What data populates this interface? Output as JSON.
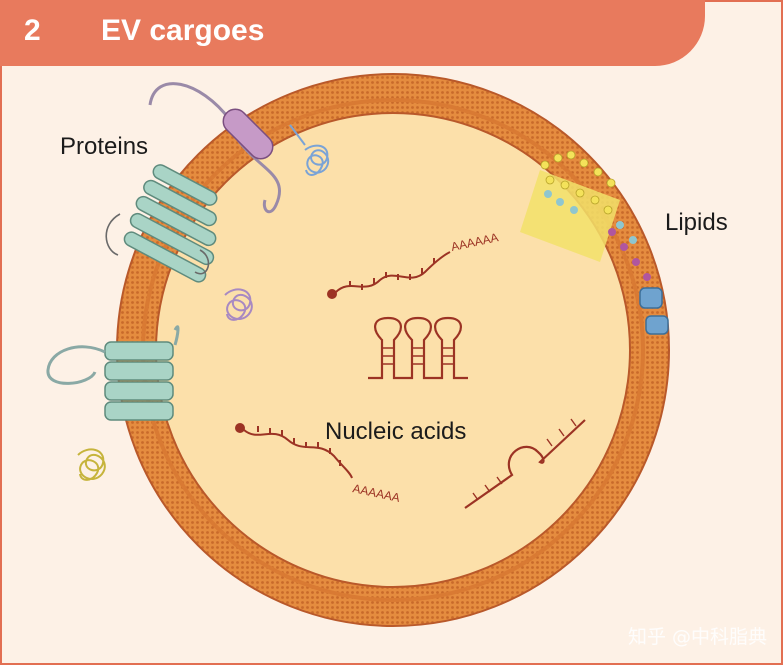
{
  "header": {
    "number": "2",
    "title": "EV cargoes"
  },
  "labels": {
    "proteins": "Proteins",
    "lipids": "Lipids",
    "nucleic_acids": "Nucleic acids"
  },
  "mrna_tail": "AAAAAA",
  "watermark": "知乎 @中科脂典",
  "colors": {
    "header": "#e87a5d",
    "background": "#fdf1e6",
    "membrane": "#e58c3f",
    "lumen": "#fce0aa",
    "rna": "#9c3324",
    "protein_helix": "#a9d4c6",
    "protein_rod": "#c69ac7",
    "lipid_raft": "#f2e16a",
    "channel": "#6fa3cf"
  }
}
